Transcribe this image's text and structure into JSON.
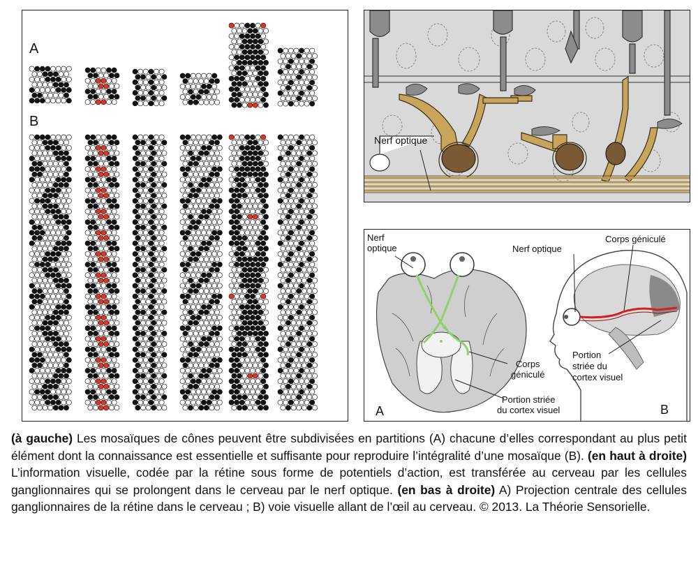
{
  "left_panel": {
    "label_a": "A",
    "label_b": "B"
  },
  "top_right_panel": {
    "nerf_optique": "Nerf optique"
  },
  "bottom_right_panel": {
    "nerf_optique_a_line1": "Nerf",
    "nerf_optique_a_line2": "optique",
    "corps_genicule_a_line1": "Corps",
    "corps_genicule_a_line2": "géniculé",
    "portion_striee_a_line1": "Portion striée",
    "portion_striee_a_line2": "du cortex visuel",
    "label_a": "A",
    "nerf_optique_b": "Nerf optique",
    "corps_genicule_b": "Corps géniculé",
    "portion_striee_b_line1": "Portion",
    "portion_striee_b_line2": "striée du",
    "portion_striee_b_line3": "cortex visuel",
    "label_b": "B"
  },
  "caption": {
    "part1_bold": "(à gauche)",
    "part1_text": " Les mosaïques de cônes peuvent être subdivisées en partitions (A) chacune d’elles correspondant au plus petit élément dont la connaissance est essentielle et suffisante pour reproduire l’intégralité d’une mosaïque (B). ",
    "part2_bold": "(en haut à droite)",
    "part2_text": " L’information visuelle, codée par la rétine sous forme de potentiels d’action, est transférée au cerveau par les cellules ganglionnaires qui se prolongent dans le cerveau par le nerf optique. ",
    "part3_bold": "(en bas à droite)",
    "part3_text": " A) Projection centrale des cellules ganglionnaires de la rétine dans le cerveau ; B) voie visuelle allant de l’œil au cerveau. © 2013. La Théorie Sensorielle."
  },
  "colors": {
    "cone_black": "#111111",
    "cone_red": "#e8321e",
    "neuron_tan": "#c9a55c",
    "soma_brown": "#7a5a35",
    "pathway_green": "#8fd16a",
    "pathway_red": "#d42020"
  }
}
